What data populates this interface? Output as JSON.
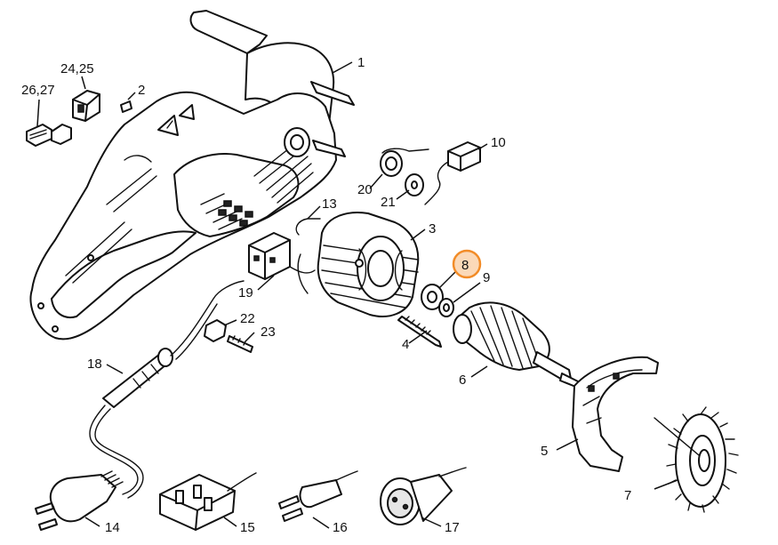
{
  "labels": {
    "p1": "1",
    "p2": "2",
    "p3": "3",
    "p4": "4",
    "p5": "5",
    "p6": "6",
    "p7": "7",
    "p8": "8",
    "p9": "9",
    "p10": "10",
    "p13": "13",
    "p14": "14",
    "p15": "15",
    "p16": "16",
    "p17": "17",
    "p18": "18",
    "p19": "19",
    "p20": "20",
    "p21": "21",
    "p22": "22",
    "p23": "23",
    "p24_25": "24,25",
    "p26_27": "26,27"
  },
  "highlight": {
    "part": "8",
    "color": "#f28c28",
    "fill": "#fbd9b8"
  }
}
